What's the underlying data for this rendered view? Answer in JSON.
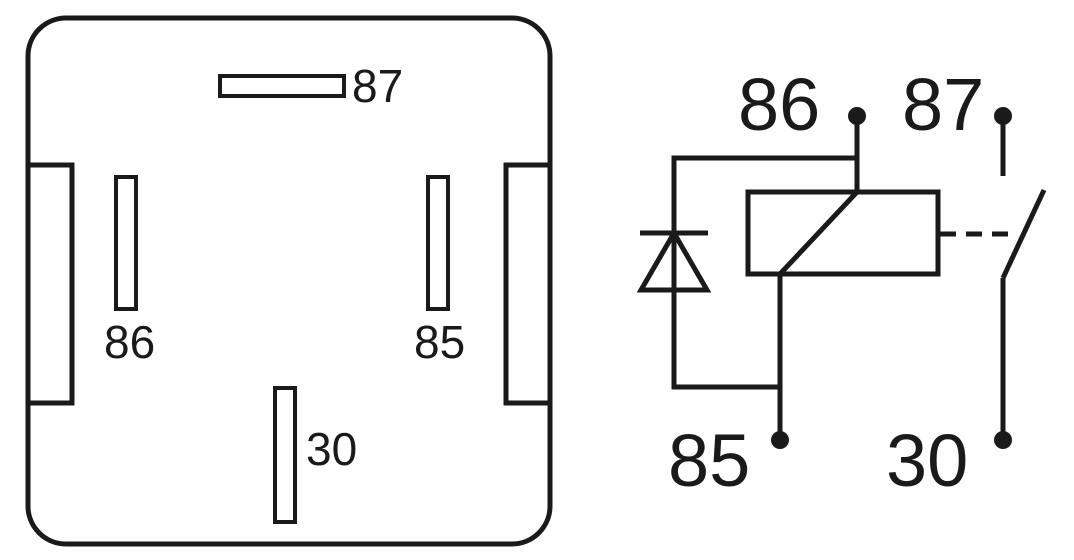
{
  "footprint": {
    "pins": [
      {
        "id": "87",
        "label": "87"
      },
      {
        "id": "86",
        "label": "86"
      },
      {
        "id": "85",
        "label": "85"
      },
      {
        "id": "30",
        "label": "30"
      }
    ]
  },
  "schematic": {
    "terminals": [
      {
        "id": "86",
        "label": "86"
      },
      {
        "id": "87",
        "label": "87"
      },
      {
        "id": "85",
        "label": "85"
      },
      {
        "id": "30",
        "label": "30"
      }
    ]
  }
}
